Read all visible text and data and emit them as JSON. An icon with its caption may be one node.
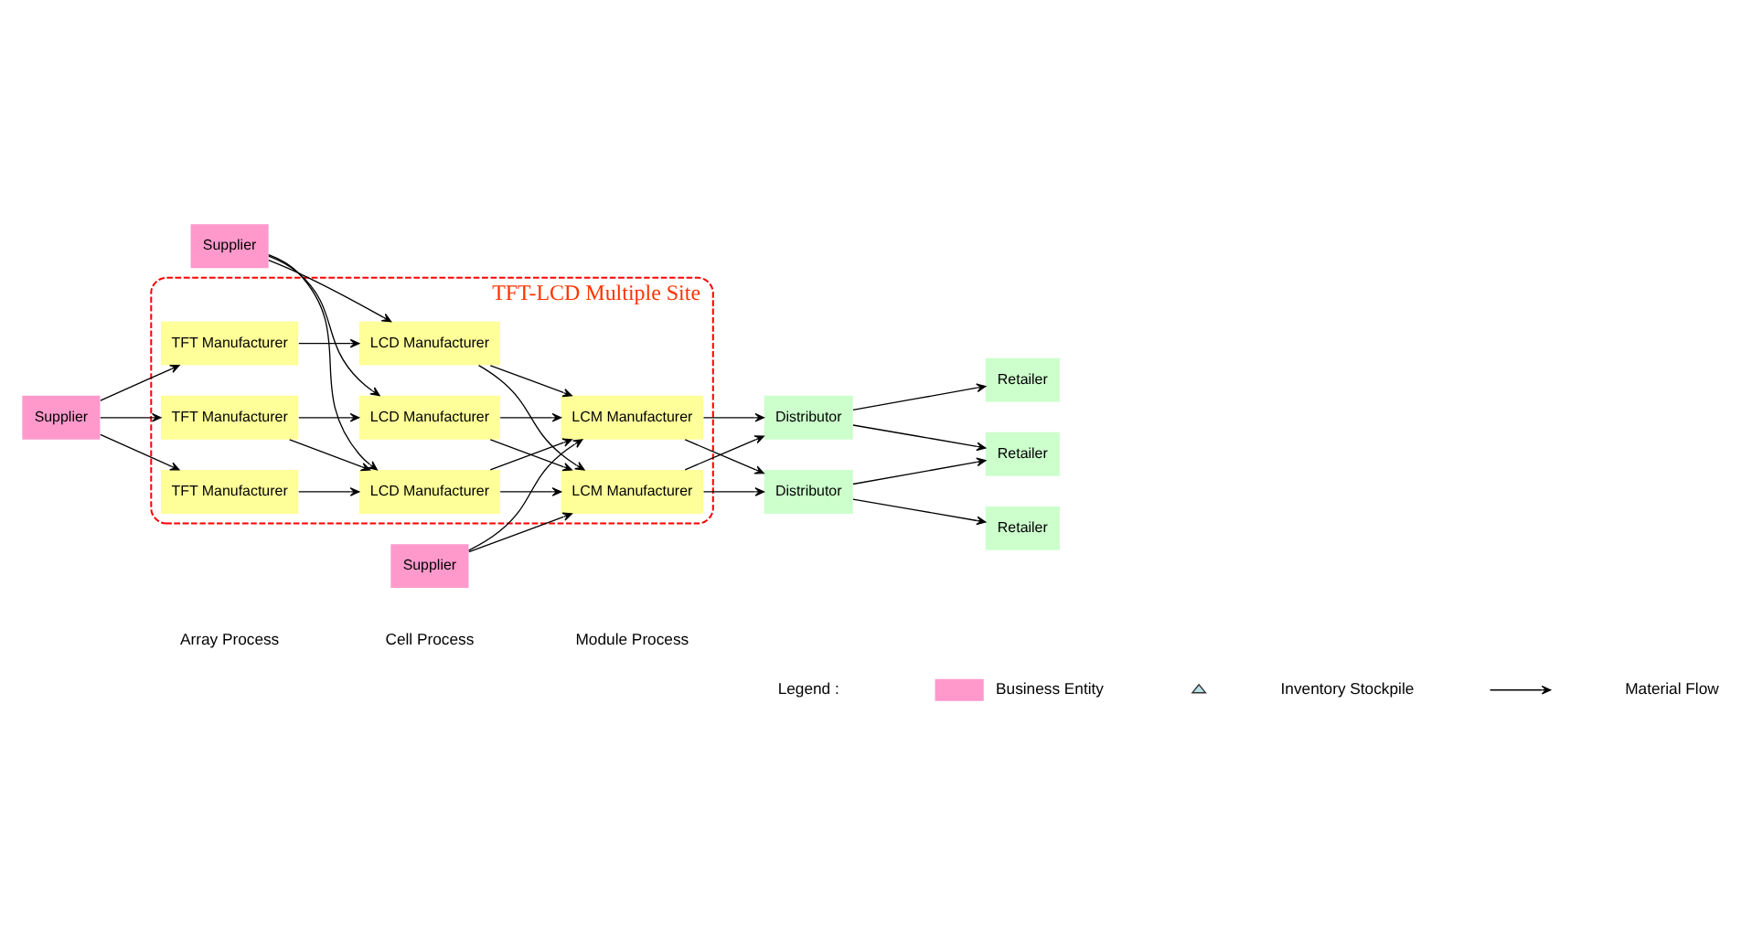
{
  "diagram": {
    "nodes": [
      {
        "text": [
          "Supplier"
        ]
      },
      {
        "text": [
          "Supplier"
        ]
      },
      {
        "text": [
          "TFT-LCD Multiple Site"
        ]
      },
      {
        "text": [
          "TFT Manufacturer"
        ],
        "in": 2
      },
      {
        "text": [
          "TFT Manufacturer"
        ],
        "in": 2
      },
      {
        "text": [
          "TFT Manufacturer"
        ],
        "in": 2
      },
      {
        "text": [
          "LCD Manufacturer"
        ],
        "in": 2
      },
      {
        "text": [
          "LCD Manufacturer"
        ],
        "in": 2
      },
      {
        "text": [
          "LCD Manufacturer"
        ],
        "in": 2
      },
      {
        "text": [
          "LCM Manufacturer"
        ],
        "in": 2
      },
      {
        "text": [
          "LCM Manufacturer"
        ],
        "in": 2
      },
      {
        "text": [
          "Supplier"
        ]
      },
      {
        "text": [
          "Distributor"
        ]
      },
      {
        "text": [
          "Distributor"
        ]
      },
      {
        "text": [
          "Retailer"
        ]
      },
      {
        "text": [
          "Retailer"
        ]
      },
      {
        "text": [
          "Retailer"
        ]
      }
    ],
    "edges": [
      {
        "from": 11,
        "to": 3,
        "arrow": "to"
      },
      {
        "from": 11,
        "to": 4,
        "arrow": "to"
      },
      {
        "from": 11,
        "to": 5,
        "arrow": "to"
      },
      {
        "from": 0,
        "to": 6,
        "arrow": "to"
      },
      {
        "from": 0,
        "to": 7,
        "arrow": "to"
      },
      {
        "from": 0,
        "to": 8,
        "arrow": "to"
      },
      {
        "from": 3,
        "to": 6,
        "arrow": "to"
      },
      {
        "from": 4,
        "to": 7,
        "arrow": "to"
      },
      {
        "from": 4,
        "to": 8,
        "arrow": "to"
      },
      {
        "from": 5,
        "to": 8,
        "arrow": "to"
      },
      {
        "from": 1,
        "to": 9,
        "arrow": "to"
      },
      {
        "from": 1,
        "to": 10,
        "arrow": "to"
      },
      {
        "from": 6,
        "to": 9,
        "arrow": "to"
      },
      {
        "from": 6,
        "to": 10,
        "arrow": "to"
      },
      {
        "from": 7,
        "to": 9,
        "arrow": "to"
      },
      {
        "from": 7,
        "to": 10,
        "arrow": "to"
      },
      {
        "from": 8,
        "to": 9,
        "arrow": "to"
      },
      {
        "from": 8,
        "to": 10,
        "arrow": "to"
      },
      {
        "from": 9,
        "to": 12,
        "arrow": "to"
      },
      {
        "from": 9,
        "to": 13,
        "arrow": "to"
      },
      {
        "from": 10,
        "to": 12,
        "arrow": "to"
      },
      {
        "from": 10,
        "to": 13,
        "arrow": "to"
      },
      {
        "from": 12,
        "to": 14,
        "arrow": "to"
      },
      {
        "from": 12,
        "to": 15,
        "arrow": "to"
      },
      {
        "from": 13,
        "to": 15,
        "arrow": "to"
      },
      {
        "from": 13,
        "to": 16,
        "arrow": "to"
      }
    ],
    "labels": [
      "Array Process",
      "Cell Process",
      "Module Process",
      "Legend :"
    ],
    "legend": [
      {
        "text": "Business Entity",
        "color": "#ff99cc"
      },
      {
        "text": "Inventory Stockpile"
      },
      {
        "text": "Material Flow"
      }
    ]
  }
}
